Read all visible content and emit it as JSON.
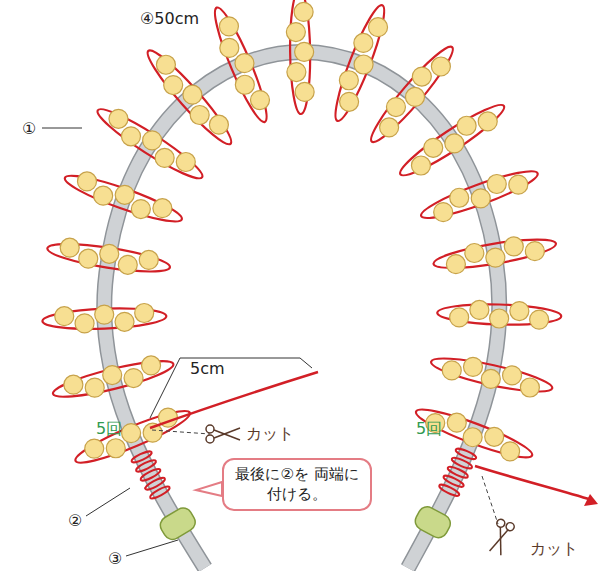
{
  "diagram": {
    "nodes": [
      {
        "text": [
          "最後に②を 両端に付ける。"
        ]
      }
    ],
    "labels": [
      "④50cm",
      "①",
      "5cm",
      "カット",
      "5回",
      "5回",
      "カット",
      "②",
      "③"
    ]
  }
}
